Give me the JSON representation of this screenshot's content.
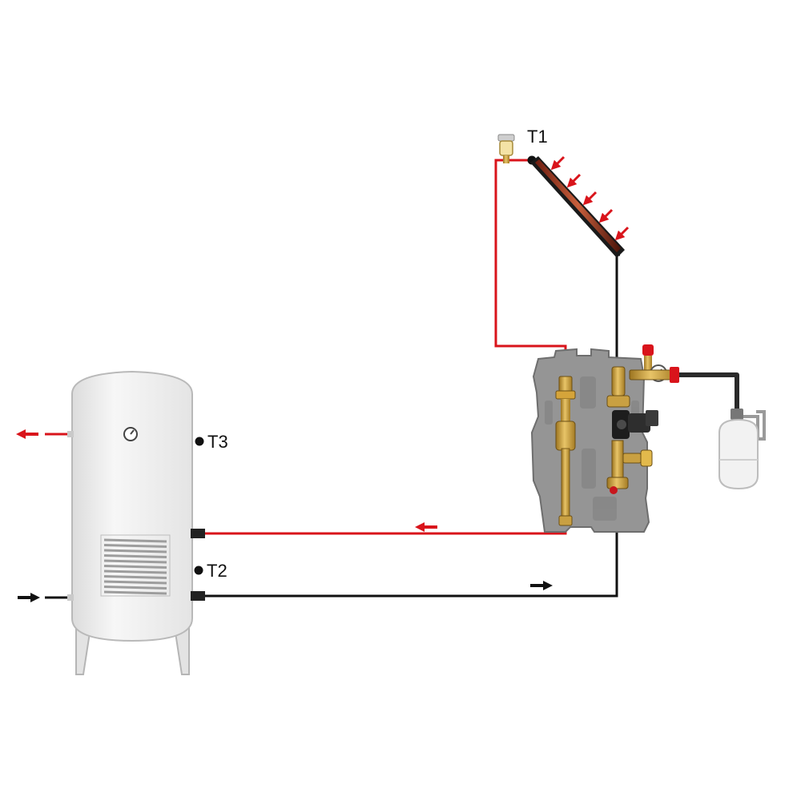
{
  "labels": {
    "t1": "T1",
    "t2": "T2",
    "t3": "T3"
  },
  "colors": {
    "hot_pipe": "#d9141b",
    "cold_pipe": "#111111",
    "tank_fill": "#f1f1f1",
    "tank_stroke": "#b9b9b9",
    "insulation": "#8e8e8e",
    "brass": "#c9a042"
  },
  "components": {
    "tank": "storage-tank",
    "collector": "solar-collector",
    "pump_station": "pump-station",
    "expansion_vessel": "expansion-vessel",
    "air_vent": "air-vent"
  }
}
